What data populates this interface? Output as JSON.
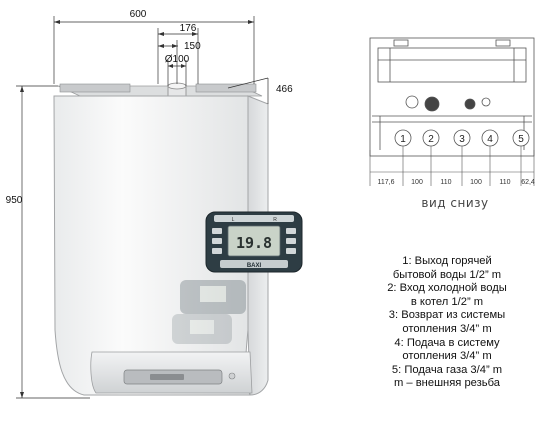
{
  "front_dims": {
    "width": "600",
    "height": "950",
    "depth": "466",
    "flue_offset": "176",
    "flue_offset_inner": "150",
    "flue_diameter": "Ø100"
  },
  "panel": {
    "top_labels": [
      "L",
      "R"
    ],
    "display": "19.8",
    "brand": "BAXI"
  },
  "bottom_view": {
    "caption": "вид снизу",
    "connection_numbers": [
      "1",
      "2",
      "3",
      "4",
      "5"
    ],
    "spacings": [
      "117,6",
      "100",
      "110",
      "100",
      "110",
      "62,4"
    ]
  },
  "legend": [
    "1: Выход горячей",
    "бытовой воды 1/2” m",
    "2: Вход холодной воды",
    "в котел 1/2” m",
    "3: Возврат из системы",
    "отопления 3/4” m",
    "4: Подача в систему",
    "отопления 3/4” m",
    "5: Подача газа 3/4” m",
    "m – внешняя резьба"
  ]
}
